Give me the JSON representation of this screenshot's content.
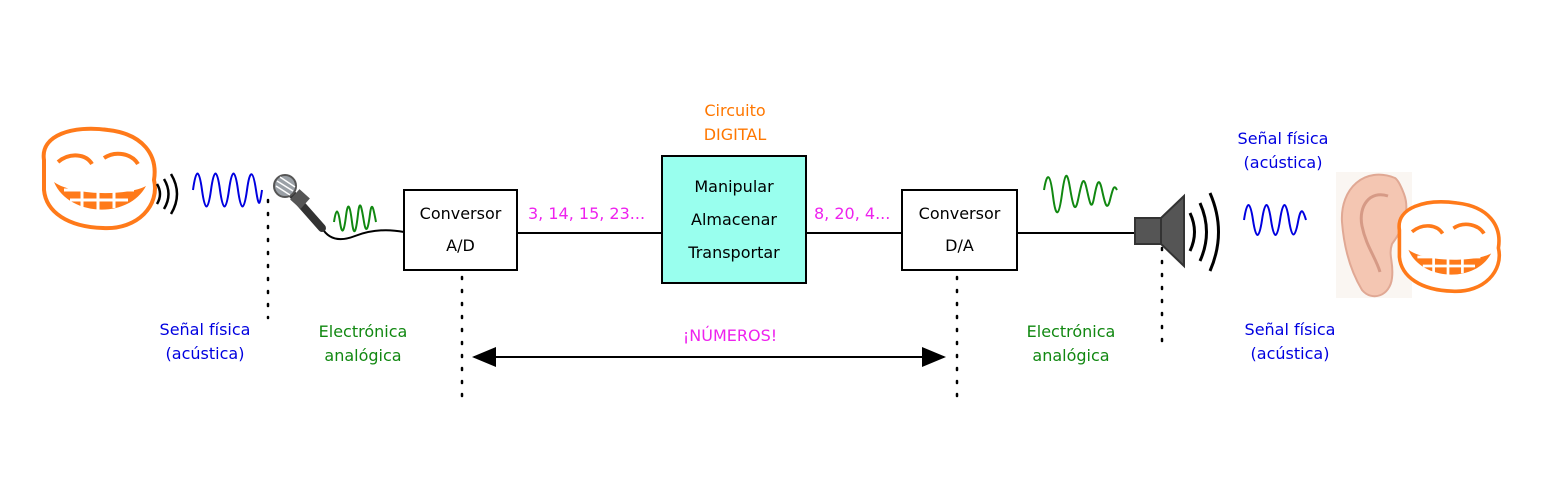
{
  "colors": {
    "physical": "#0000e0",
    "analog": "#118811",
    "digital": "#ff7700",
    "numbers": "#ee22ee",
    "box_fill": "#99ffee",
    "troll_face": "#ff7a1a"
  },
  "labels": {
    "physical_left": [
      "Señal física",
      "(acústica)"
    ],
    "analog_left": [
      "Electrónica",
      "analógica"
    ],
    "digital_title": [
      "Circuito",
      "DIGITAL"
    ],
    "numbers_left": "3, 14, 15, 23...",
    "numbers_right": "8, 20, 4...",
    "numbers_center": "¡NÚMEROS!",
    "analog_right": [
      "Electrónica",
      "analógica"
    ],
    "physical_right_top": [
      "Señal física",
      "(acústica)"
    ],
    "physical_right_bottom": [
      "Señal física",
      "(acústica)"
    ]
  },
  "boxes": {
    "adc": [
      "Conversor",
      "A/D"
    ],
    "digital": [
      "Manipular",
      "Almacenar",
      "Transportar"
    ],
    "dac": [
      "Conversor",
      "D/A"
    ]
  },
  "icons": [
    "troll-face-icon",
    "microphone-icon",
    "speaker-icon",
    "ear-icon",
    "sound-wave-icon"
  ]
}
